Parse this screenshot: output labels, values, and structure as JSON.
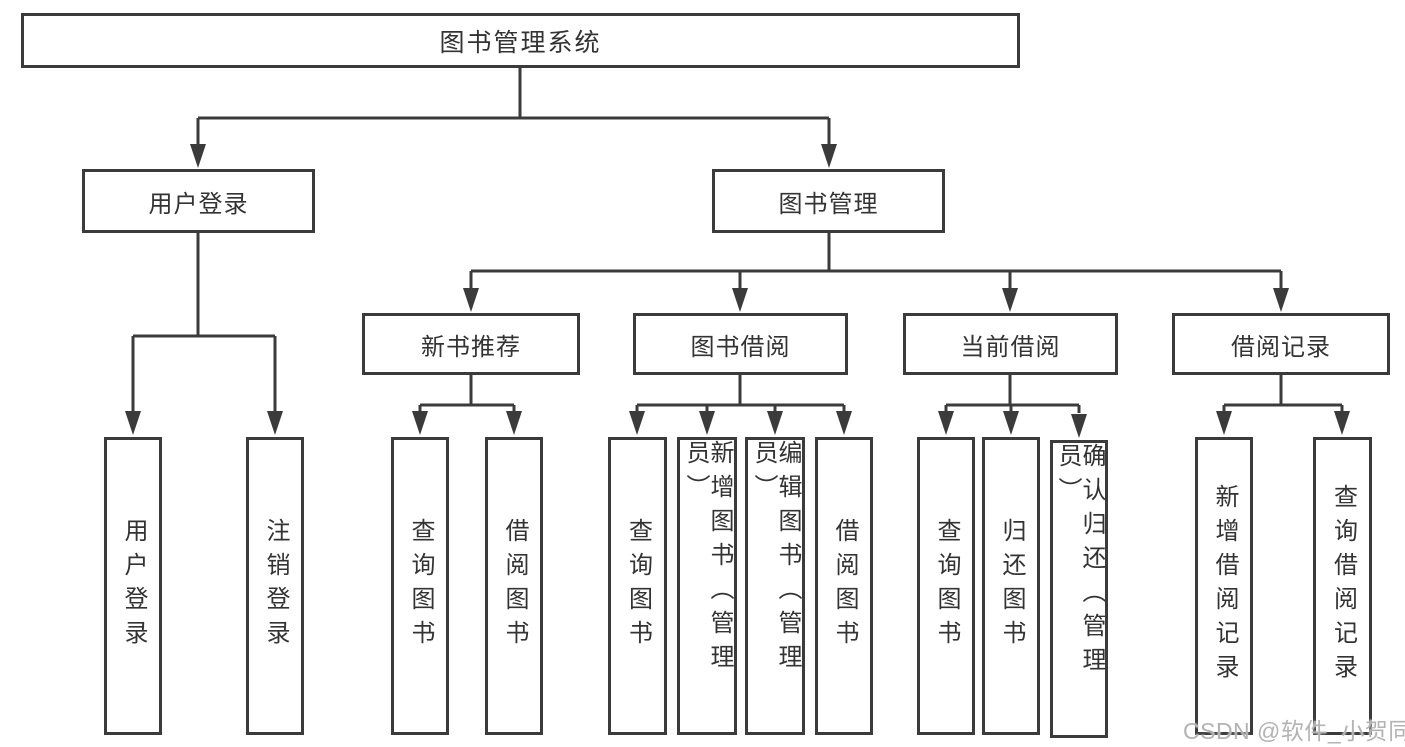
{
  "tree": {
    "root": "图书管理系统",
    "level2": [
      {
        "label": "用户登录",
        "children": [
          {
            "label": "用户登录"
          },
          {
            "label": "注销登录"
          }
        ]
      },
      {
        "label": "图书管理",
        "children": [
          {
            "label": "新书推荐",
            "children": [
              {
                "label": "查询图书"
              },
              {
                "label": "借阅图书"
              }
            ]
          },
          {
            "label": "图书借阅",
            "children": [
              {
                "label": "查询图书"
              },
              {
                "label": "新增图书（管理员）"
              },
              {
                "label": "编辑图书（管理员）"
              },
              {
                "label": "借阅图书"
              }
            ]
          },
          {
            "label": "当前借阅",
            "children": [
              {
                "label": "查询图书"
              },
              {
                "label": "归还图书"
              },
              {
                "label": "确认归还（管理员）"
              }
            ]
          },
          {
            "label": "借阅记录",
            "children": [
              {
                "label": "新增借阅记录"
              },
              {
                "label": "查询借阅记录"
              }
            ]
          }
        ]
      }
    ]
  },
  "watermark": {
    "text": "CSDN @软件_小贺同学"
  },
  "colors": {
    "line": "#3b3b3b",
    "text": "#333333",
    "box_background": "#ffffff",
    "watermark": "#b3b3b3"
  }
}
